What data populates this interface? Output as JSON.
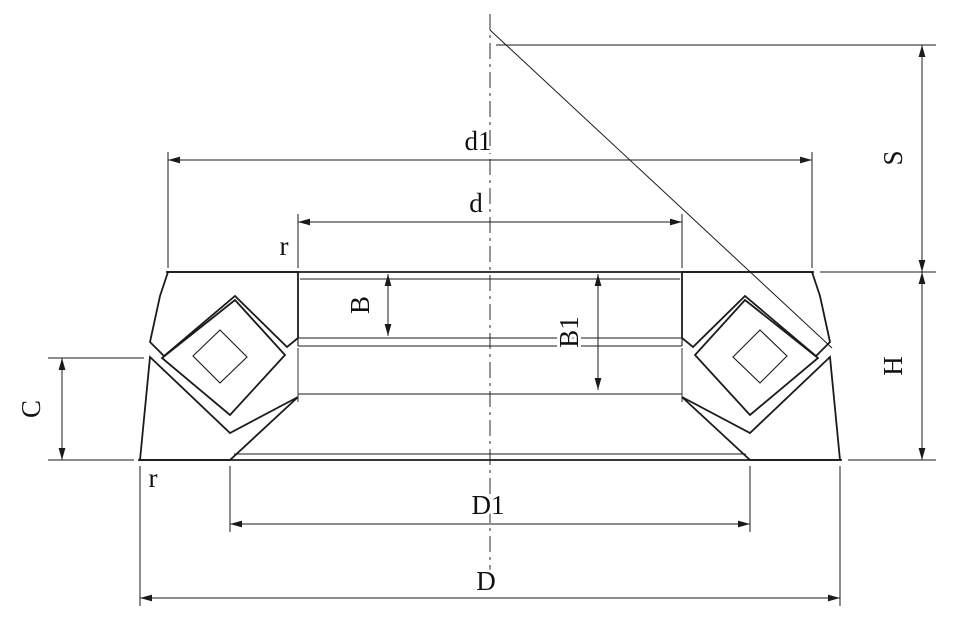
{
  "labels": {
    "d1": "d1",
    "d": "d",
    "S": "S",
    "B": "B",
    "B1": "B1",
    "H": "H",
    "C": "C",
    "D1": "D1",
    "D": "D",
    "r_top": "r",
    "r_bottom": "r"
  },
  "colors": {
    "line": "#1b1b1b",
    "hatch": "#2f2f2f",
    "background": "#ffffff"
  }
}
